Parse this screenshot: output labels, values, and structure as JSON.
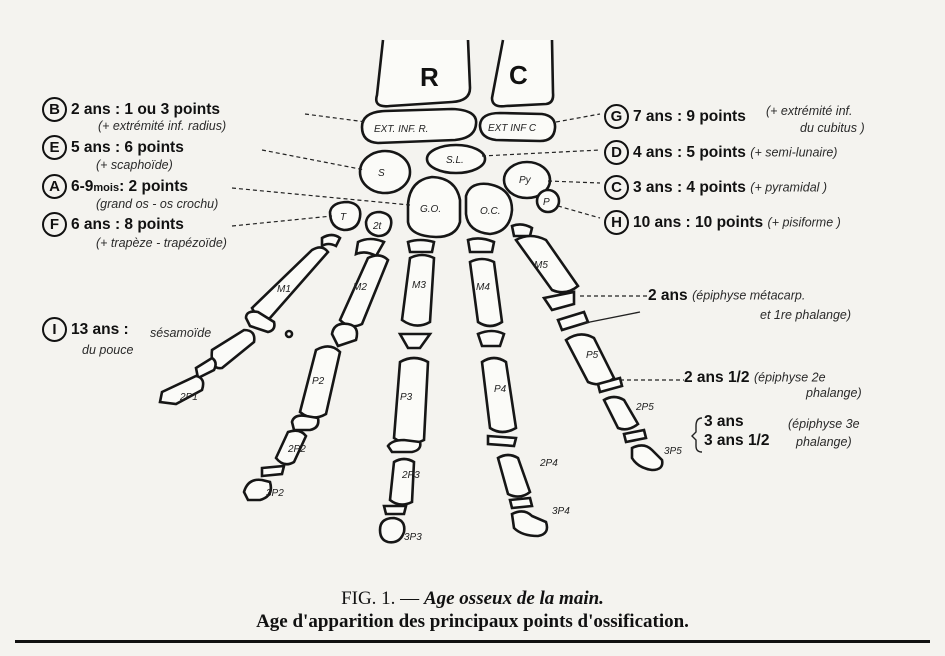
{
  "bones": {
    "radius": "R",
    "cubitus": "C",
    "ext_inf_r": "EXT. INF. R.",
    "ext_inf_c": "EXT INF C",
    "scaphoide": "S",
    "semi_lunaire": "S.L.",
    "pyramidal": "Py",
    "pisiforme": "P",
    "trapeze": "T",
    "trapezoide": "2t",
    "grand_os": "G.O.",
    "os_crochu": "O.C.",
    "m1": "M1",
    "m2": "M2",
    "m3": "M3",
    "m4": "M4",
    "m5": "M5",
    "p2": "P2",
    "p3": "P3",
    "p4": "P4",
    "p5": "P5",
    "pp1": "2P1",
    "pp2": "2P2",
    "pp3": "2P3",
    "pp4": "2P4",
    "pp5": "2P5",
    "dp2": "3P2",
    "dp3": "3P3",
    "dp4": "3P4",
    "dp5": "3P5"
  },
  "annotations": {
    "B": {
      "letter": "B",
      "age": "2 ans : 1 ou 3 points",
      "note": "(+ extrémité inf. radius)"
    },
    "E": {
      "letter": "E",
      "age": "5 ans : 6 points",
      "note": "(+ scaphoïde)"
    },
    "A": {
      "letter": "A",
      "age_main": "6-9",
      "age_small": "mois",
      "age_rest": ": 2 points",
      "note": "(grand os - os crochu)"
    },
    "F": {
      "letter": "F",
      "age": "6 ans : 8 points",
      "note": "(+ trapèze - trapézoïde)"
    },
    "I": {
      "letter": "I",
      "age": "13 ans :",
      "note1": "sésamoïde",
      "note2": "du pouce"
    },
    "G": {
      "letter": "G",
      "age": "7 ans : 9 points",
      "note1": "(+ extrémité inf.",
      "note2": "du cubitus )"
    },
    "D": {
      "letter": "D",
      "age": "4 ans : 5 points",
      "note": "(+ semi-lunaire)"
    },
    "C": {
      "letter": "C",
      "age": "3 ans : 4 points",
      "note": "(+ pyramidal )"
    },
    "H": {
      "letter": "H",
      "age": "10 ans : 10 points",
      "note": "(+ pisiforme )"
    }
  },
  "epiphyses": {
    "e1_age": "2 ans",
    "e1_note1": "(épiphyse métacarp.",
    "e1_note2": "et 1re phalange)",
    "e2_age": "2 ans 1/2",
    "e2_note1": "(épiphyse 2e",
    "e2_note2": "phalange)",
    "e3_age1": "3 ans",
    "e3_age2": "3 ans 1/2",
    "e3_note1": "(épiphyse 3e",
    "e3_note2": "phalange)"
  },
  "caption": {
    "fig": "FIG. 1. —",
    "line1": "Age osseux de la main.",
    "line2": "Age d'apparition des principaux points d'ossification."
  }
}
